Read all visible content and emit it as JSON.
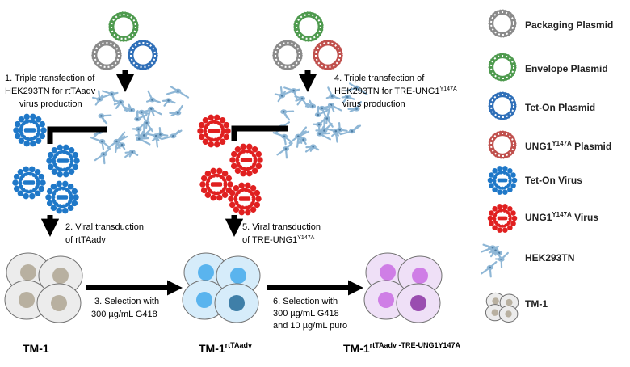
{
  "steps": {
    "s1": {
      "l1": "1. Triple transfection of",
      "l2": "HEK293TN for rtTAadv",
      "l3": "virus production"
    },
    "s2": {
      "l1": "2. Viral transduction",
      "l2": "of rtTAadv"
    },
    "s3": {
      "l1": "3. Selection with",
      "l2": "300 µg/mL G418"
    },
    "s4": {
      "l1": "4. Triple transfection of",
      "l2a": "HEK293TN for TRE-UNG1",
      "l2sup": "Y147A",
      "l3": "virus production"
    },
    "s5": {
      "l1": "5. Viral transduction",
      "l2a": "of TRE-UNG1",
      "l2sup": "Y147A"
    },
    "s6": {
      "l1": "6. Selection with",
      "l2": "300 µg/mL G418",
      "l3": "and 10 µg/mL puro"
    }
  },
  "cells": {
    "c1": {
      "base": "TM-1"
    },
    "c2": {
      "base": "TM-1",
      "sup": "rtTAadv"
    },
    "c3": {
      "base": "TM-1",
      "sup": "rtTAadv -TRE-UNG1Y147A"
    }
  },
  "legend": {
    "packaging": "Packaging Plasmid",
    "envelope": "Envelope Plasmid",
    "teton_plasmid": "Tet-On Plasmid",
    "ung_plasmid_a": "UNG1",
    "ung_plasmid_sup": "Y147A",
    "ung_plasmid_b": " Plasmid",
    "teton_virus": "Tet-On Virus",
    "ung_virus_a": "UNG1",
    "ung_virus_sup": "Y147A",
    "ung_virus_b": " Virus",
    "hek": "HEK293TN",
    "tm1": "TM-1"
  },
  "colors": {
    "packaging": "#8a8a8a",
    "envelope": "#4e9a4e",
    "teton": "#2f6fb8",
    "ung": "#c0504d",
    "teton_virus": "#1f78c8",
    "ung_virus": "#e02020",
    "hek": "#8fb7d6",
    "tm1_fill": "#ececec",
    "tm1_nucleus": "#b8b0a0",
    "rtta_fill": "#d6ecfa",
    "rtta_nucleus": "#5ab4ee",
    "final_fill": "#efe0f7",
    "final_nucleus": "#cf7ee6"
  },
  "icons": [
    "plasmid-icon",
    "virus-icon",
    "hek-cell-icon",
    "tm1-cell-icon",
    "arrow-icon"
  ]
}
